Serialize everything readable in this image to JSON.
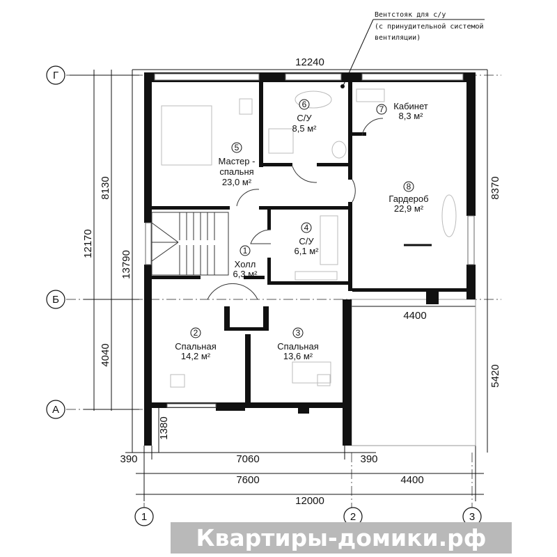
{
  "note": {
    "line1": "Вентстояк для с/у",
    "line2": "(с принудительной системой",
    "line3": "вентиляции)"
  },
  "axes": {
    "g": "Г",
    "b": "Б",
    "a": "А",
    "n1": "1",
    "n2": "2",
    "n3": "3"
  },
  "dimensions": {
    "top": "12240",
    "left_upper": "8130",
    "left_lower": "4040",
    "left_total": "12170",
    "left_outer": "13790",
    "left_porch": "1380",
    "right_upper": "8370",
    "right_lower": "5420",
    "terrace_width": "4400",
    "bottom_left_offset": "390",
    "bottom_inner": "7060",
    "bottom_right_offset": "390",
    "bottom_a": "7600",
    "bottom_b": "4400",
    "bottom_total": "12000"
  },
  "rooms": [
    {
      "num": "1",
      "name": "Холл",
      "area": "6,3 м²"
    },
    {
      "num": "2",
      "name": "Спальная",
      "area": "14,2 м²"
    },
    {
      "num": "3",
      "name": "Спальная",
      "area": "13,6 м²"
    },
    {
      "num": "4",
      "name": "С/У",
      "area": "6,1 м²"
    },
    {
      "num": "5",
      "name": "Мастер -",
      "name2": "спальня",
      "area": "23,0 м²"
    },
    {
      "num": "6",
      "name": "С/У",
      "area": "8,5 м²"
    },
    {
      "num": "7",
      "name": "Кабинет",
      "area": "8,3 м²"
    },
    {
      "num": "8",
      "name": "Гардероб",
      "area": "22,9 м²"
    }
  ],
  "watermark": "Квартиры-домики.рф"
}
